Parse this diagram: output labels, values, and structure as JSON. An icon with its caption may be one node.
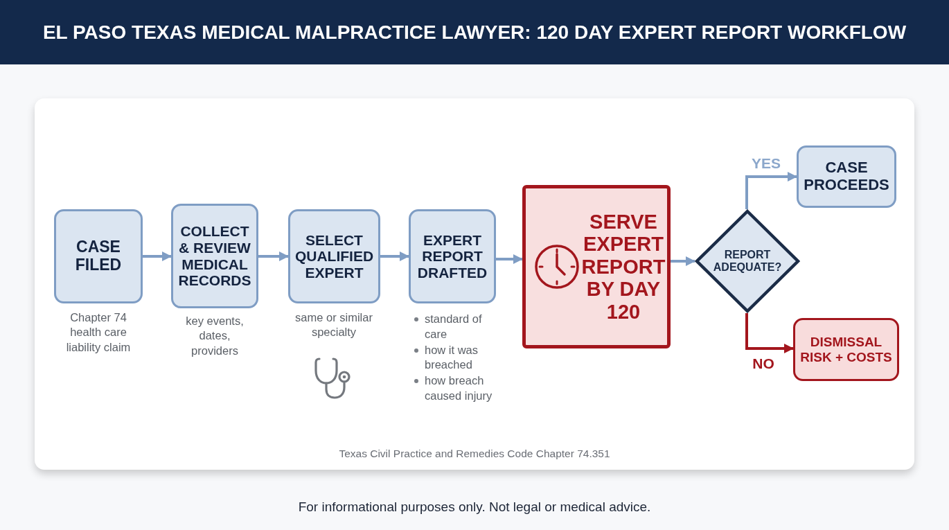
{
  "diagram": {
    "title": "EL PASO TEXAS MEDICAL MALPRACTICE LAWYER: 120 DAY EXPERT REPORT WORKFLOW",
    "nodes": [
      {
        "text": [
          "CASE FILED"
        ],
        "beside": [
          "Chapter 74 health care liability claim"
        ]
      },
      {
        "text": [
          "COLLECT & REVIEW MEDICAL RECORDS"
        ],
        "beside": [
          "key events, dates, providers"
        ]
      },
      {
        "text": [
          "SELECT QUALIFIED EXPERT"
        ],
        "beside": [
          "same or similar specialty"
        ]
      },
      {
        "text": [
          "EXPERT REPORT DRAFTED"
        ],
        "beside": [
          "standard of care",
          "how it was breached",
          "how breach caused injury"
        ]
      },
      {
        "text": [
          "SERVE EXPERT REPORT BY DAY 120"
        ]
      },
      {
        "text": [
          "REPORT ADEQUATE?"
        ]
      },
      {
        "text": [
          "CASE PROCEEDS"
        ]
      },
      {
        "text": [
          "DISMISSAL RISK + COSTS"
        ]
      }
    ],
    "edges": [
      {
        "from": 0,
        "to": 1,
        "arrow": "to"
      },
      {
        "from": 1,
        "to": 2,
        "arrow": "to"
      },
      {
        "from": 2,
        "to": 3,
        "arrow": "to"
      },
      {
        "from": 3,
        "to": 4,
        "arrow": "to"
      },
      {
        "from": 4,
        "to": 5,
        "arrow": "to"
      },
      {
        "from": 5,
        "to": 6,
        "arrow": "to",
        "label": "YES"
      },
      {
        "from": 5,
        "to": 7,
        "arrow": "to",
        "label": "NO",
        "color": "#a3161d"
      }
    ],
    "labels": [
      "Texas Civil Practice and Remedies Code Chapter 74.351",
      "For informational purposes only. Not legal or medical advice."
    ]
  }
}
